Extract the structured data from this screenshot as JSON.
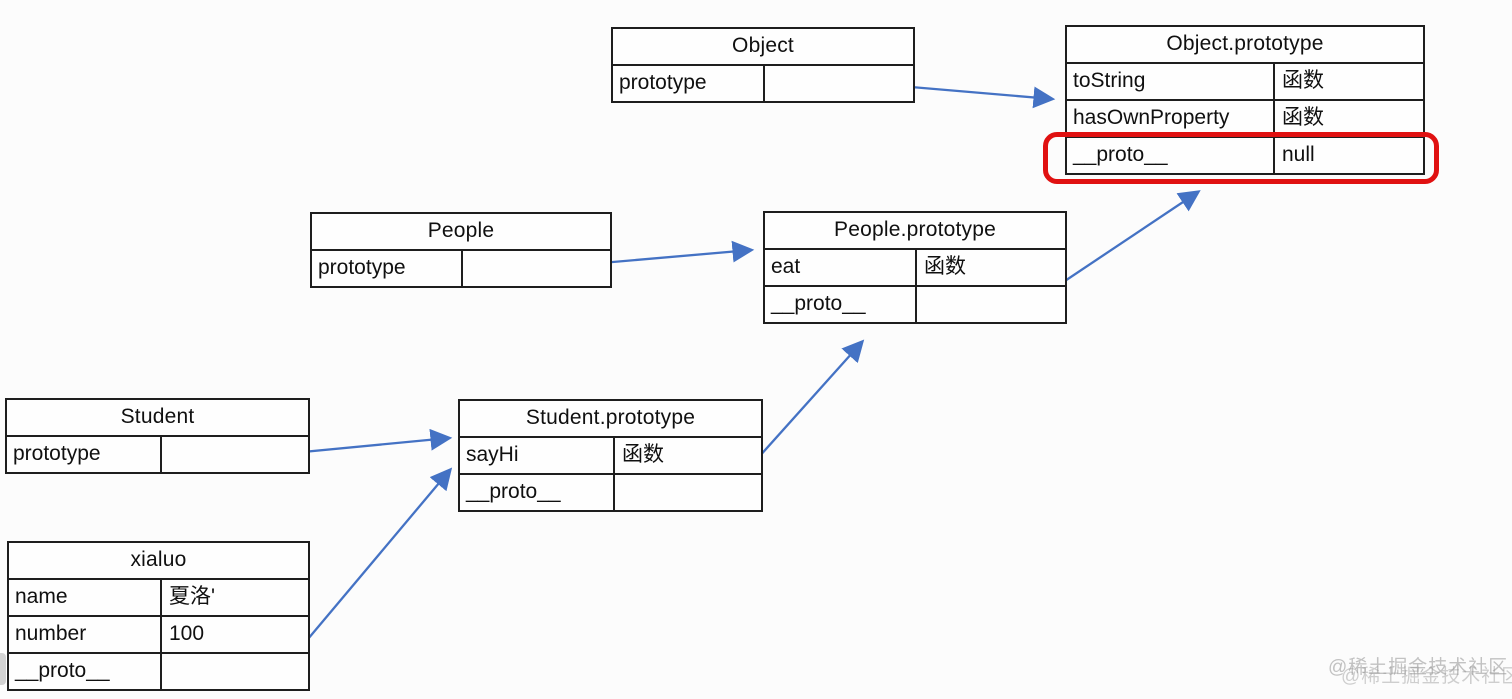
{
  "colors": {
    "arrow_blue": "#4472c4",
    "highlight_red": "#e01111",
    "table_border_black": "#1e1e1e",
    "watermark_gray": "#919191"
  },
  "tables": {
    "object": {
      "title": "Object",
      "rows": [
        {
          "key": "prototype",
          "value": ""
        }
      ]
    },
    "object_prototype": {
      "title": "Object.prototype",
      "rows": [
        {
          "key": "toString",
          "value": "函数"
        },
        {
          "key": "hasOwnProperty",
          "value": "函数"
        },
        {
          "key": "__proto__",
          "value": "null"
        }
      ]
    },
    "people": {
      "title": "People",
      "rows": [
        {
          "key": "prototype",
          "value": ""
        }
      ]
    },
    "people_prototype": {
      "title": "People.prototype",
      "rows": [
        {
          "key": "eat",
          "value": "函数"
        },
        {
          "key": "__proto__",
          "value": ""
        }
      ]
    },
    "student": {
      "title": "Student",
      "rows": [
        {
          "key": "prototype",
          "value": ""
        }
      ]
    },
    "student_prototype": {
      "title": "Student.prototype",
      "rows": [
        {
          "key": "sayHi",
          "value": "函数"
        },
        {
          "key": "__proto__",
          "value": ""
        }
      ]
    },
    "xialuo": {
      "title": "xialuo",
      "rows": [
        {
          "key": "name",
          "value": "夏洛'"
        },
        {
          "key": "number",
          "value": "100"
        },
        {
          "key": "__proto__",
          "value": ""
        }
      ]
    }
  },
  "highlight": {
    "table": "object_prototype",
    "row_key": "__proto__",
    "row_value": "null",
    "shape": "red rounded rectangle"
  },
  "edges": [
    {
      "from": "Object.prototype cell",
      "to": "Object.prototype table"
    },
    {
      "from": "People.prototype cell",
      "to": "People.prototype table"
    },
    {
      "from": "People.prototype.__proto__ cell",
      "to": "Object.prototype __proto__ row"
    },
    {
      "from": "Student.prototype cell",
      "to": "Student.prototype table"
    },
    {
      "from": "Student.prototype.__proto__ cell",
      "to": "People.prototype table"
    },
    {
      "from": "xialuo.__proto__ cell",
      "to": "Student.prototype table"
    }
  ],
  "watermark": {
    "text": "@稀土掘金技术社区"
  }
}
